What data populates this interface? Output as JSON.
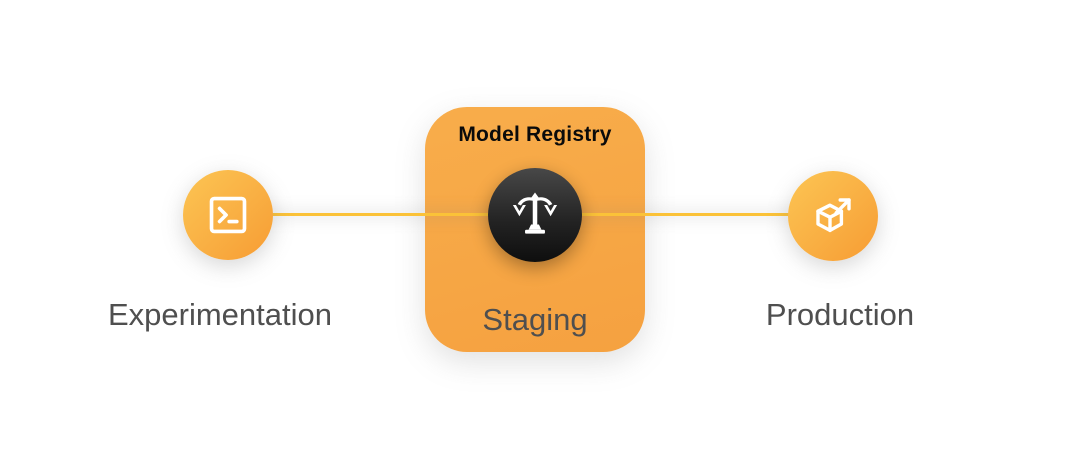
{
  "diagram": {
    "description": "ML pipeline flow diagram",
    "connector": {
      "color": "#FBC238"
    },
    "colors": {
      "node_gradient_start": "#FCC553",
      "node_gradient_end": "#F79C33",
      "registry_box": "#F6A744",
      "dark_circle_top": "#484848",
      "dark_circle_bottom": "#0E0E0E",
      "label_gray": "#4F4F4F",
      "title_black": "#0B0B0B",
      "icon_white": "#FFFFFF"
    },
    "nodes": [
      {
        "id": "experimentation",
        "label": "Experimentation",
        "icon": "terminal-icon"
      },
      {
        "id": "staging",
        "label": "Staging",
        "box_title": "Model Registry",
        "icon": "balance-scale-icon"
      },
      {
        "id": "production",
        "label": "Production",
        "icon": "cube-deploy-icon"
      }
    ]
  }
}
